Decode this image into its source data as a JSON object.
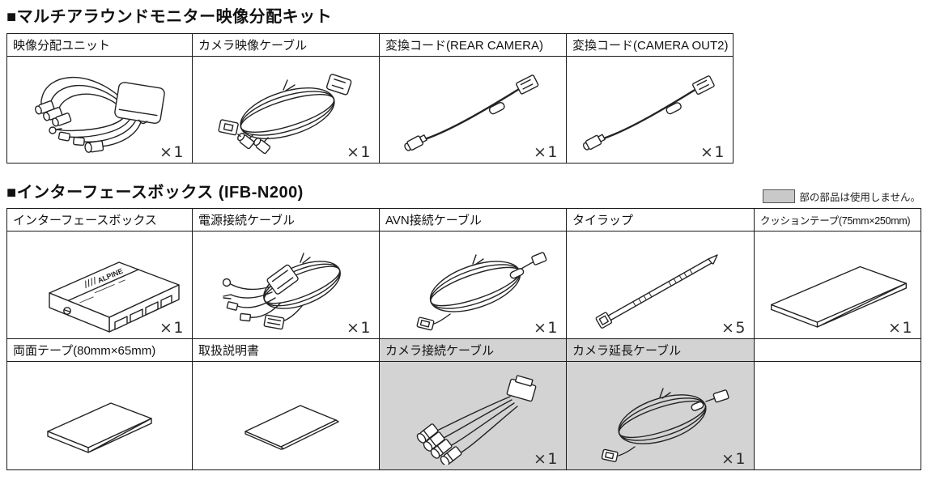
{
  "section1": {
    "title": "■マルチアラウンドモニター映像分配キット",
    "parts": [
      {
        "name": "映像分配ユニット",
        "qty": "×1"
      },
      {
        "name": "カメラ映像ケーブル",
        "qty": "×1"
      },
      {
        "name": "変換コード(REAR CAMERA)",
        "qty": "×1"
      },
      {
        "name": "変換コード(CAMERA OUT2)",
        "qty": "×1"
      }
    ]
  },
  "section2": {
    "title": "■インターフェースボックス (IFB-N200)",
    "note": {
      "text": "部の部品は使用しません。",
      "swatch_color": "#c9c9c9"
    },
    "row1": [
      {
        "name": "インターフェースボックス",
        "qty": "×1",
        "logo": "ALPINE"
      },
      {
        "name": "電源接続ケーブル",
        "qty": "×1"
      },
      {
        "name": "AVN接続ケーブル",
        "qty": "×1"
      },
      {
        "name": "タイラップ",
        "qty": "×5"
      },
      {
        "name": "クッションテープ(75mm×250mm)",
        "qty": "×1"
      }
    ],
    "row2": [
      {
        "name": "両面テープ(80mm×65mm)",
        "qty": ""
      },
      {
        "name": "取扱説明書",
        "qty": ""
      },
      {
        "name": "カメラ接続ケーブル",
        "qty": "×1",
        "unused": true
      },
      {
        "name": "カメラ延長ケーブル",
        "qty": "×1",
        "unused": true
      },
      {
        "name": "",
        "qty": ""
      }
    ]
  },
  "colors": {
    "ink": "#1a1a1a",
    "unused_cell_bg": "#d3d3d3",
    "note_swatch": "#c9c9c9"
  }
}
